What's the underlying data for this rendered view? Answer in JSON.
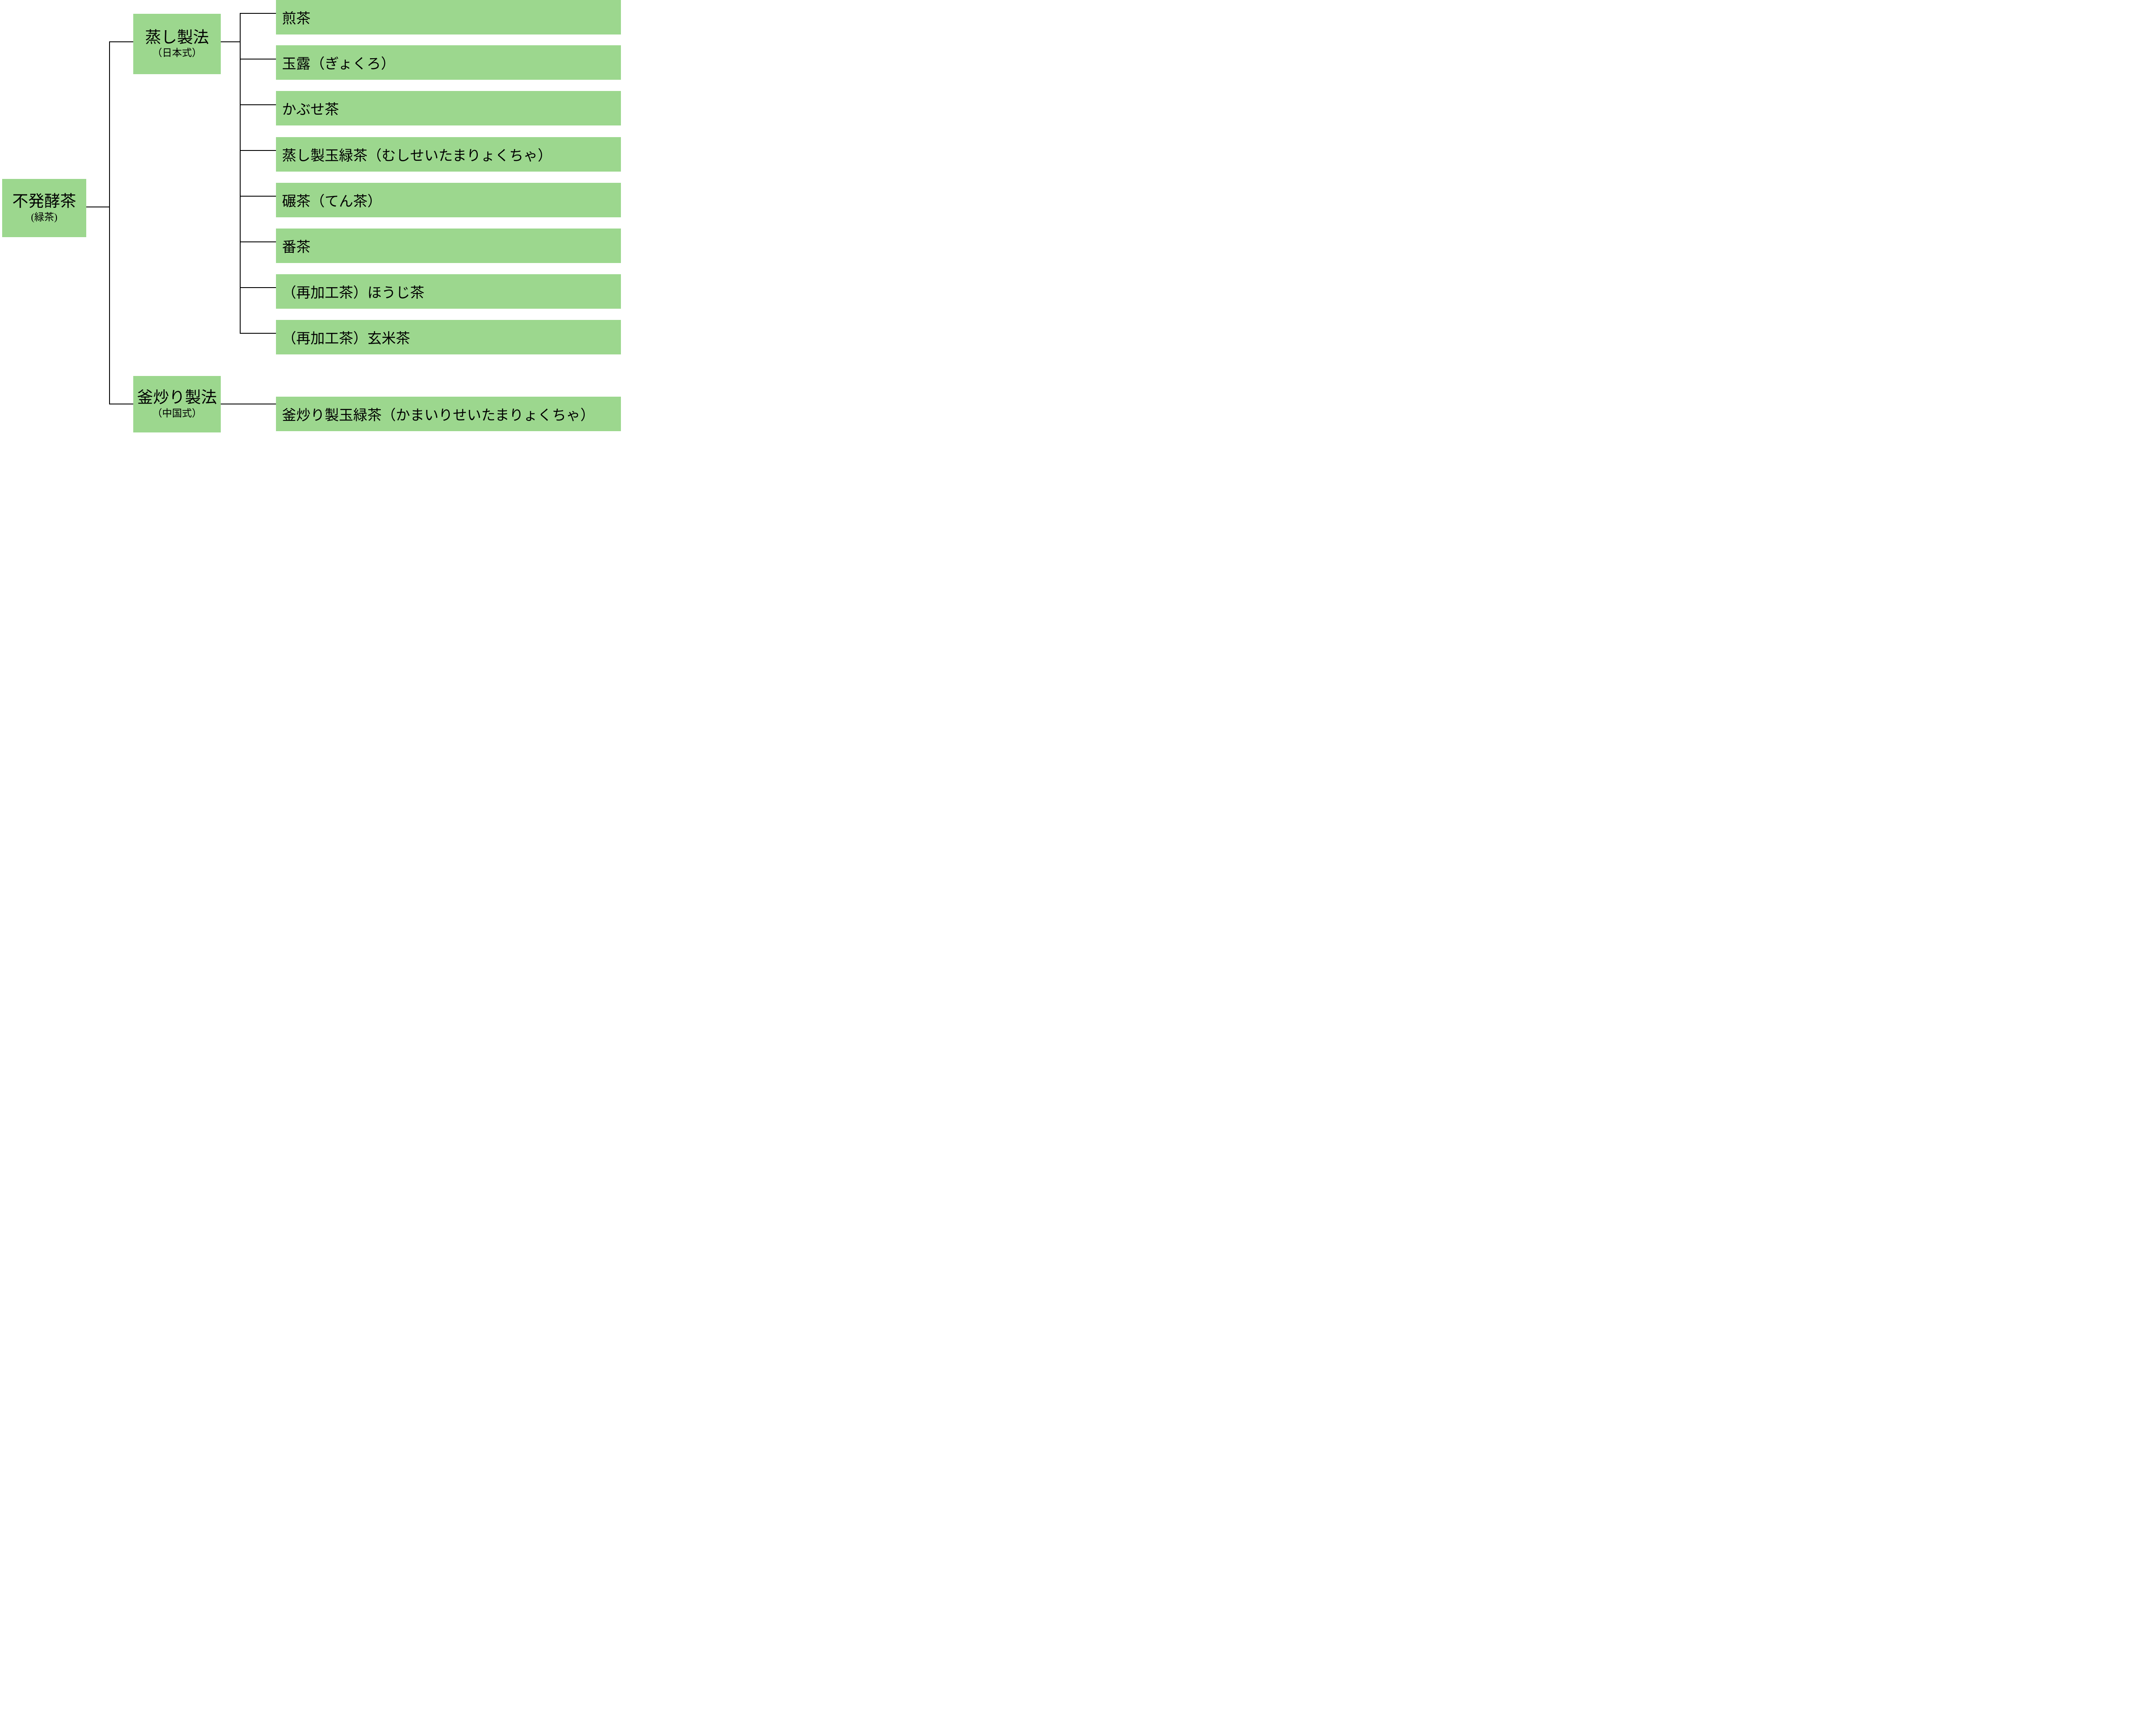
{
  "diagram": {
    "title_implicit": "不発酵茶（緑茶）の分類",
    "colors": {
      "node_fill_green": "#9CD78E",
      "connector_line": "#000000",
      "background": "#FFFFFF",
      "text": "#000000"
    },
    "root": {
      "title": "不発酵茶",
      "subtitle": "(緑茶)"
    },
    "branches": {
      "steamed": {
        "title": "蒸し製法",
        "subtitle": "（日本式）"
      },
      "panfired": {
        "title": "釜炒り製法",
        "subtitle": "（中国式）"
      }
    },
    "steamed_teas": [
      "煎茶",
      "玉露（ぎょくろ）",
      "かぶせ茶",
      "蒸し製玉緑茶（むしせいたまりょくちゃ）",
      "碾茶（てん茶）",
      "番茶",
      "（再加工茶）ほうじ茶",
      "（再加工茶）玄米茶"
    ],
    "panfired_teas": [
      "釜炒り製玉緑茶（かまいりせいたまりょくちゃ）"
    ]
  }
}
